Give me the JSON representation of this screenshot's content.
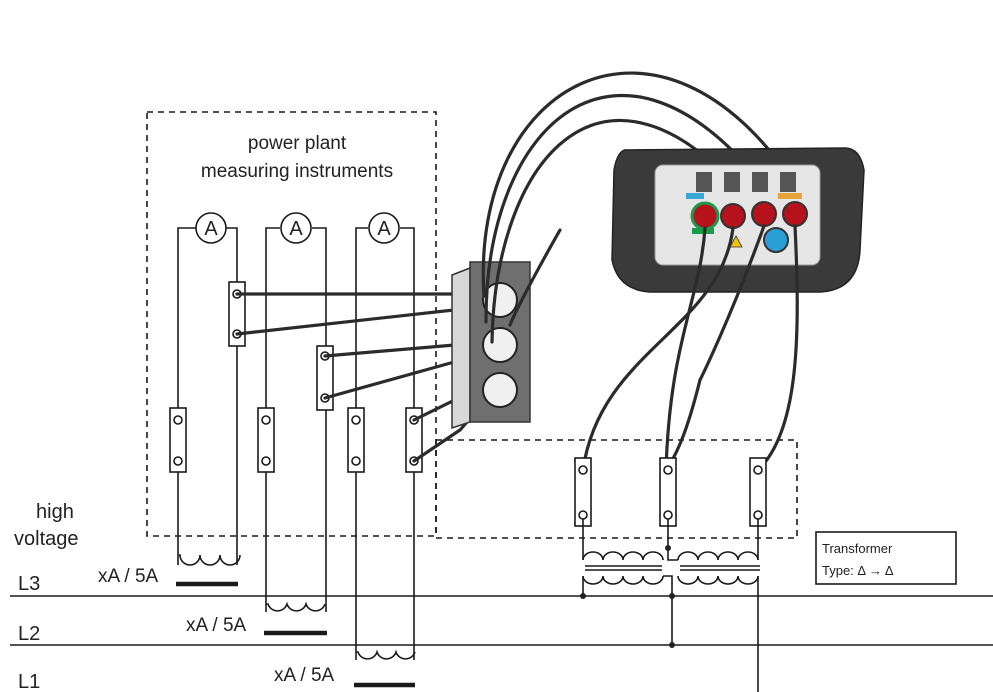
{
  "labels": {
    "plant_line1": "power plant",
    "plant_line2": "measuring instruments",
    "hv_line1": "high",
    "hv_line2": "voltage",
    "ammeter_symbol": "A",
    "ct_ratio": "xA / 5A",
    "phase_L3": "L3",
    "phase_L2": "L2",
    "phase_L1": "L1",
    "transformer_title": "Transformer",
    "transformer_type": "Type: Δ → Δ"
  },
  "colors": {
    "instrument_body": "#3a3a3a",
    "panel": "#e6e6e6",
    "port_red": "#b5121b",
    "port_blue": "#2a9fd6",
    "port_green": "#1a9a4a",
    "label_orange": "#e8a33a",
    "label_cyan": "#3aa6d8"
  }
}
